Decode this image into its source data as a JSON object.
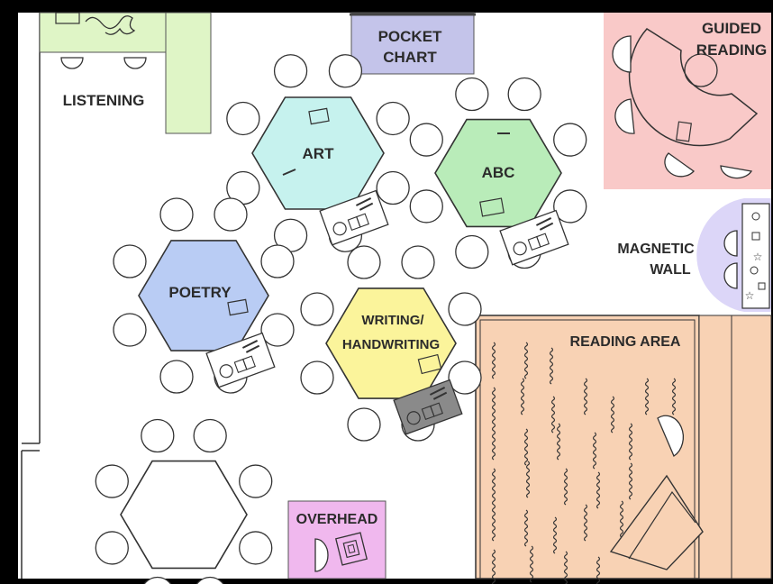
{
  "labels": {
    "listening": "LISTENING",
    "pocket_chart_1": "POCKET",
    "pocket_chart_2": "CHART",
    "guided_reading_1": "GUIDED",
    "guided_reading_2": "READING",
    "art": "ART",
    "abc": "ABC",
    "poetry": "POETRY",
    "writing_1": "WRITING/",
    "writing_2": "HANDWRITING",
    "magnetic_1": "MAGNETIC",
    "magnetic_2": "WALL",
    "reading_area": "READING AREA",
    "overhead": "OVERHEAD"
  },
  "colors": {
    "listening": "#dff5c6",
    "pocket_chart": "#c4c4ea",
    "guided_reading": "#f9c9c8",
    "art": "#c6f2ee",
    "abc": "#b9ecb9",
    "poetry": "#b9ccf4",
    "writing": "#fbf49b",
    "magnetic_wall": "#dcd6f8",
    "reading_area": "#f8d2b4",
    "overhead": "#f0b8ee",
    "empty_table": "#ffffff",
    "outline": "#333333"
  }
}
